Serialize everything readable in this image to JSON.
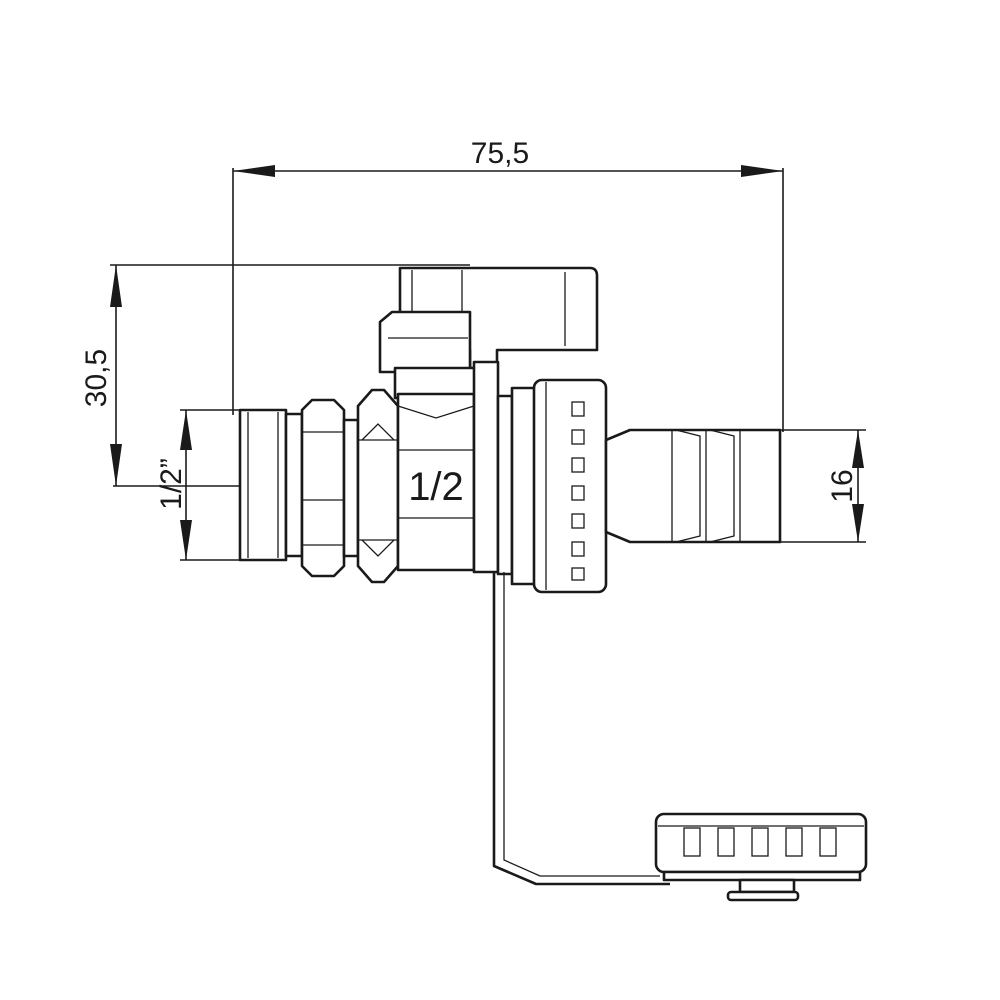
{
  "dimensions": {
    "overall_length": "75,5",
    "height": "30,5",
    "thread_size": "1/2”",
    "hose_diameter": "16"
  },
  "body_marking": "1/2",
  "colors": {
    "line": "#1a1a1a",
    "background": "#ffffff"
  }
}
